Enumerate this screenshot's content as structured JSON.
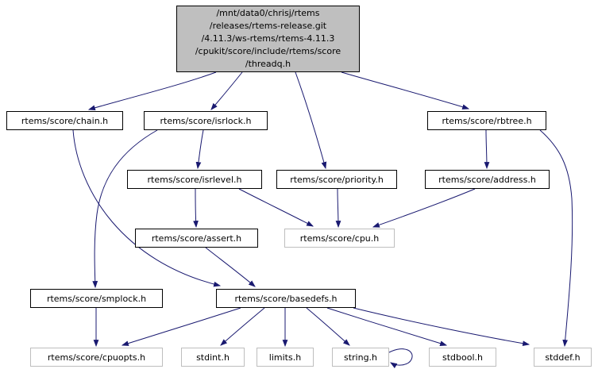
{
  "colors": {
    "edge": "#191970",
    "node-border": "#000000",
    "external-border": "#bebebe",
    "root-fill": "#bfbfbf",
    "node-fill": "#ffffff",
    "text": "#000000",
    "background": "#ffffff"
  },
  "graph": {
    "type": "include-dependency-graph",
    "root": {
      "id": "threadq",
      "label_lines": [
        "/mnt/data0/chrisj/rtems",
        "/releases/rtems-release.git",
        "/4.11.3/ws-rtems/rtems-4.11.3",
        "/cpukit/score/include/rtems/score",
        "/threadq.h"
      ]
    },
    "nodes": {
      "chain": {
        "label": "rtems/score/chain.h",
        "documented": true
      },
      "isrlock": {
        "label": "rtems/score/isrlock.h",
        "documented": true
      },
      "rbtree": {
        "label": "rtems/score/rbtree.h",
        "documented": true
      },
      "isrlevel": {
        "label": "rtems/score/isrlevel.h",
        "documented": true
      },
      "priority": {
        "label": "rtems/score/priority.h",
        "documented": true
      },
      "address": {
        "label": "rtems/score/address.h",
        "documented": true
      },
      "assert": {
        "label": "rtems/score/assert.h",
        "documented": true
      },
      "cpu": {
        "label": "rtems/score/cpu.h",
        "documented": false
      },
      "smplock": {
        "label": "rtems/score/smplock.h",
        "documented": true
      },
      "basedefs": {
        "label": "rtems/score/basedefs.h",
        "documented": true
      },
      "cpuopts": {
        "label": "rtems/score/cpuopts.h",
        "documented": false
      },
      "stdint": {
        "label": "stdint.h",
        "documented": false
      },
      "limits": {
        "label": "limits.h",
        "documented": false
      },
      "string": {
        "label": "string.h",
        "documented": false
      },
      "stdbool": {
        "label": "stdbool.h",
        "documented": false
      },
      "stddef": {
        "label": "stddef.h",
        "documented": false
      }
    },
    "edges": [
      {
        "from": "threadq",
        "to": "chain"
      },
      {
        "from": "threadq",
        "to": "isrlock"
      },
      {
        "from": "threadq",
        "to": "priority"
      },
      {
        "from": "threadq",
        "to": "rbtree"
      },
      {
        "from": "chain",
        "to": "basedefs"
      },
      {
        "from": "isrlock",
        "to": "isrlevel"
      },
      {
        "from": "isrlock",
        "to": "smplock"
      },
      {
        "from": "isrlevel",
        "to": "assert"
      },
      {
        "from": "isrlevel",
        "to": "cpu"
      },
      {
        "from": "priority",
        "to": "cpu"
      },
      {
        "from": "rbtree",
        "to": "address"
      },
      {
        "from": "rbtree",
        "to": "stddef"
      },
      {
        "from": "address",
        "to": "cpu"
      },
      {
        "from": "assert",
        "to": "basedefs"
      },
      {
        "from": "smplock",
        "to": "cpuopts"
      },
      {
        "from": "basedefs",
        "to": "cpuopts"
      },
      {
        "from": "basedefs",
        "to": "stdint"
      },
      {
        "from": "basedefs",
        "to": "limits"
      },
      {
        "from": "basedefs",
        "to": "string"
      },
      {
        "from": "basedefs",
        "to": "stdbool"
      },
      {
        "from": "basedefs",
        "to": "stddef"
      },
      {
        "from": "string",
        "to": "string"
      }
    ]
  }
}
